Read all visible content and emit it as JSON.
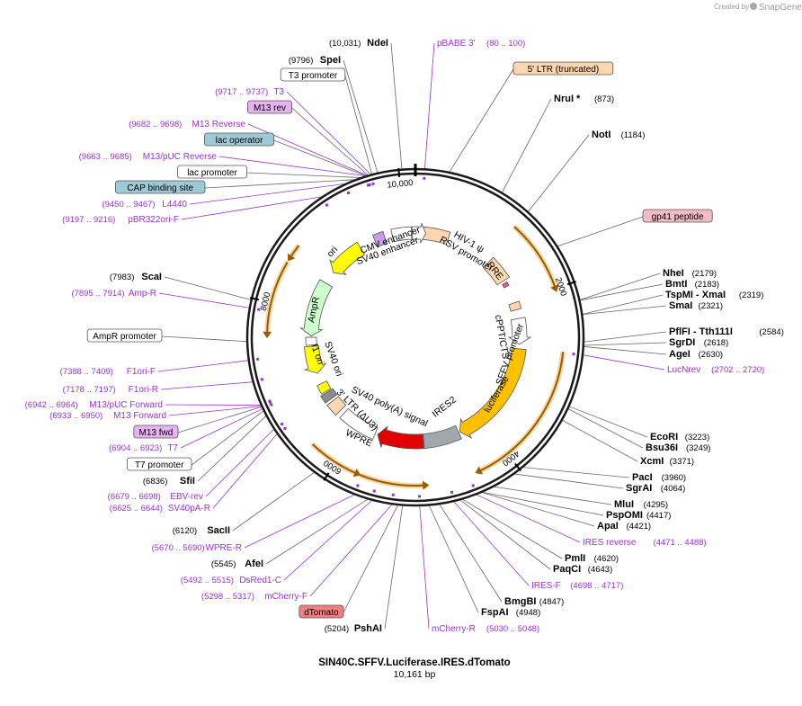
{
  "plasmid": {
    "name": "SIN40C.SFFV.Luciferase.IRES.dTomato",
    "length": "10,161 bp",
    "length_bp": 10161
  },
  "branding": {
    "created_by": "Created by",
    "app": "SnapGene"
  },
  "ticks": [
    {
      "text": "10,000",
      "pos": 10000
    },
    {
      "text": "2000",
      "pos": 2000
    },
    {
      "text": "4000",
      "pos": 4000
    },
    {
      "text": "6000",
      "pos": 6000
    },
    {
      "text": "8000",
      "pos": 8000
    }
  ],
  "labels": [
    {
      "key": "ndei",
      "kind": "site",
      "name": "NdeI",
      "num": "(10,031)",
      "bp": 10031
    },
    {
      "key": "spei",
      "kind": "site",
      "name": "SpeI",
      "num": "(9796)",
      "bp": 9796
    },
    {
      "key": "t3prom",
      "kind": "box",
      "name": "T3 promoter",
      "bp": 9740,
      "fill": "#ffffff"
    },
    {
      "key": "t3",
      "kind": "primer",
      "name": "T3",
      "num": "(9717 .. 9737)",
      "bp": 9727
    },
    {
      "key": "m13rev",
      "kind": "box",
      "name": "M13 rev",
      "bp": 9700,
      "fill": "#e6b3f0"
    },
    {
      "key": "m13reverse",
      "kind": "primer",
      "name": "M13 Reverse",
      "num": "(9682 .. 9698)",
      "bp": 9690
    },
    {
      "key": "lacop",
      "kind": "box",
      "name": "lac operator",
      "bp": 9675,
      "fill": "#9ec9d6"
    },
    {
      "key": "m13puc_rev",
      "kind": "primer",
      "name": "M13/pUC Reverse",
      "num": "(9663 .. 9685)",
      "bp": 9674
    },
    {
      "key": "lacprom",
      "kind": "box",
      "name": "lac promoter",
      "bp": 9620,
      "fill": "#ffffff"
    },
    {
      "key": "cap",
      "kind": "box",
      "name": "CAP binding site",
      "bp": 9560,
      "fill": "#9ec9d6"
    },
    {
      "key": "l4440",
      "kind": "primer",
      "name": "L4440",
      "num": "(9450 .. 9467)",
      "bp": 9458
    },
    {
      "key": "pbr322",
      "kind": "primer",
      "name": "pBR322ori-F",
      "num": "(9197 .. 9216)",
      "bp": 9206
    },
    {
      "key": "scai",
      "kind": "site",
      "name": "ScaI",
      "num": "(7983)",
      "bp": 7983
    },
    {
      "key": "ampr_primer",
      "kind": "primer",
      "name": "Amp-R",
      "num": "(7895 .. 7914)",
      "bp": 7904
    },
    {
      "key": "amprprom",
      "kind": "box",
      "name": "AmpR promoter",
      "bp": 7580,
      "fill": "#ffffff"
    },
    {
      "key": "f1orif",
      "kind": "primer",
      "name": "F1ori-F",
      "num": "(7388 .. 7409)",
      "bp": 7398
    },
    {
      "key": "f1orir",
      "kind": "primer",
      "name": "F1ori-R",
      "num": "(7178 .. 7197)",
      "bp": 7187
    },
    {
      "key": "m13puc_fwd",
      "kind": "primer",
      "name": "M13/pUC Forward",
      "num": "(6942 .. 6964)",
      "bp": 6953
    },
    {
      "key": "m13forward",
      "kind": "primer",
      "name": "M13 Forward",
      "num": "(6933 .. 6950)",
      "bp": 6941
    },
    {
      "key": "m13fwd",
      "kind": "box",
      "name": "M13 fwd",
      "bp": 6935,
      "fill": "#e6b3f0"
    },
    {
      "key": "t7",
      "kind": "primer",
      "name": "T7",
      "num": "(6904 .. 6923)",
      "bp": 6913
    },
    {
      "key": "t7prom",
      "kind": "box",
      "name": "T7 promoter",
      "bp": 6890,
      "fill": "#ffffff"
    },
    {
      "key": "sfii",
      "kind": "site",
      "name": "SfiI",
      "num": "(6836)",
      "bp": 6836
    },
    {
      "key": "ebvrev",
      "kind": "primer",
      "name": "EBV-rev",
      "num": "(6679 .. 6698)",
      "bp": 6688
    },
    {
      "key": "sv40par",
      "kind": "primer",
      "name": "SV40pA-R",
      "num": "(6625 .. 6644)",
      "bp": 6634
    },
    {
      "key": "sacii",
      "kind": "site",
      "name": "SacII",
      "num": "(6120)",
      "bp": 6120
    },
    {
      "key": "wprer",
      "kind": "primer",
      "name": "WPRE-R",
      "num": "(5670 .. 5690)",
      "bp": 5680
    },
    {
      "key": "afei",
      "kind": "site",
      "name": "AfeI",
      "num": "(5545)",
      "bp": 5545
    },
    {
      "key": "dsred",
      "kind": "primer",
      "name": "DsRed1-C",
      "num": "(5492 .. 5515)",
      "bp": 5503
    },
    {
      "key": "mcherryf",
      "kind": "primer",
      "name": "mCherry-F",
      "num": "(5298 .. 5317)",
      "bp": 5307
    },
    {
      "key": "dtomato",
      "kind": "box",
      "name": "dTomato",
      "bp": 5250,
      "fill": "#f08080"
    },
    {
      "key": "pshai",
      "kind": "site",
      "name": "PshAI",
      "num": "(5204)",
      "bp": 5204
    },
    {
      "key": "mcherryr",
      "kind": "primer",
      "name": "mCherry-R",
      "num": "(5030 .. 5048)",
      "bp": 5039
    },
    {
      "key": "fspai",
      "kind": "site",
      "name": "FspAI",
      "num": "(4948)",
      "bp": 4948
    },
    {
      "key": "bmgbi",
      "kind": "site",
      "name": "BmgBI",
      "num": "(4847)",
      "bp": 4847
    },
    {
      "key": "iresf",
      "kind": "primer",
      "name": "IRES-F",
      "num": "(4698 .. 4717)",
      "bp": 4707
    },
    {
      "key": "paqci",
      "kind": "site",
      "name": "PaqCI",
      "num": "(4643)",
      "bp": 4643
    },
    {
      "key": "pmli",
      "kind": "site",
      "name": "PmlI",
      "num": "(4620)",
      "bp": 4620
    },
    {
      "key": "iresrev",
      "kind": "primer",
      "name": "IRES reverse",
      "num": "(4471 .. 4488)",
      "bp": 4480
    },
    {
      "key": "apai",
      "kind": "site",
      "name": "ApaI",
      "num": "(4421)",
      "bp": 4421
    },
    {
      "key": "psptomi",
      "kind": "site",
      "name": "PspOMI",
      "num": "(4417)",
      "bp": 4417
    },
    {
      "key": "mlui",
      "kind": "site",
      "name": "MluI",
      "num": "(4295)",
      "bp": 4295
    },
    {
      "key": "sgrai",
      "kind": "site",
      "name": "SgrAI",
      "num": "(4064)",
      "bp": 4064
    },
    {
      "key": "paci",
      "kind": "site",
      "name": "PacI",
      "num": "(3960)",
      "bp": 3960
    },
    {
      "key": "xcmi",
      "kind": "site",
      "name": "XcmI",
      "num": "(3371)",
      "bp": 3371
    },
    {
      "key": "bsu36i",
      "kind": "site",
      "name": "Bsu36I",
      "num": "(3249)",
      "bp": 3249
    },
    {
      "key": "ecori",
      "kind": "site",
      "name": "EcoRI",
      "num": "(3223)",
      "bp": 3223
    },
    {
      "key": "lucnrev",
      "kind": "primer",
      "name": "LucNrev",
      "num": "(2702 .. 2720)",
      "bp": 2711
    },
    {
      "key": "agei",
      "kind": "site",
      "name": "AgeI",
      "num": "(2630)",
      "bp": 2630
    },
    {
      "key": "sgrdi",
      "kind": "site",
      "name": "SgrDI",
      "num": "(2618)",
      "bp": 2618
    },
    {
      "key": "pflfi",
      "kind": "site",
      "name": "PflFI - Tth111I",
      "num": "(2584)",
      "bp": 2584
    },
    {
      "key": "smai",
      "kind": "site",
      "name": "SmaI",
      "num": "(2321)",
      "bp": 2321
    },
    {
      "key": "tspmi",
      "kind": "site",
      "name": "TspMI - XmaI",
      "num": "(2319)",
      "bp": 2319
    },
    {
      "key": "bmti",
      "kind": "site",
      "name": "BmtI",
      "num": "(2183)",
      "bp": 2183
    },
    {
      "key": "nhei",
      "kind": "site",
      "name": "NheI",
      "num": "(2179)",
      "bp": 2179
    },
    {
      "key": "gp41",
      "kind": "box",
      "name": "gp41 peptide",
      "bp": 1620,
      "fill": "#f2bcc4"
    },
    {
      "key": "noti",
      "kind": "site",
      "name": "NotI",
      "num": "(1184)",
      "bp": 1184
    },
    {
      "key": "nrui",
      "kind": "site",
      "name": "NruI *",
      "num": "(873)",
      "bp": 873
    },
    {
      "key": "ltr5",
      "kind": "box",
      "name": "5' LTR (truncated)",
      "bp": 330,
      "fill": "#fbd7b0"
    },
    {
      "key": "pbabe",
      "kind": "primer",
      "name": "pBABE 3'",
      "num": "(80 .. 100)",
      "bp": 90
    }
  ],
  "features": [
    {
      "key": "ltr5",
      "label": "",
      "start": 80,
      "end": 520,
      "r": 116,
      "w": 14,
      "fill": "#fbd7b0",
      "dir": 0
    },
    {
      "key": "hiv",
      "label": "HIV-1 ψ",
      "start": 700,
      "end": 1150,
      "r": 116,
      "w": 0,
      "fill": "none",
      "dir": 0
    },
    {
      "key": "rre",
      "label": "RRE",
      "start": 1250,
      "end": 1620,
      "r": 116,
      "w": 16,
      "fill": "#fbd7b0",
      "dir": 0
    },
    {
      "key": "gp41",
      "label": "",
      "start": 1660,
      "end": 1720,
      "r": 116,
      "w": 6,
      "fill": "#e06080",
      "dir": 0
    },
    {
      "key": "cppt",
      "label": "cPPT/CTS",
      "start": 2000,
      "end": 2110,
      "r": 116,
      "w": 12,
      "fill": "#fbd7b0",
      "dir": 0
    },
    {
      "key": "sffv",
      "label": "SFFV promoter",
      "start": 2250,
      "end": 2650,
      "r": 116,
      "w": 16,
      "fill": "#ffffff",
      "dir": 1
    },
    {
      "key": "luciferase",
      "label": "luciferase",
      "start": 2720,
      "end": 4370,
      "r": 116,
      "w": 16,
      "fill": "#ffc000",
      "dir": 1
    },
    {
      "key": "ires",
      "label": "IRES2",
      "start": 4390,
      "end": 4950,
      "r": 116,
      "w": 16,
      "fill": "#a0a8ad",
      "dir": 0
    },
    {
      "key": "dtomato",
      "label": "",
      "start": 4960,
      "end": 5680,
      "r": 116,
      "w": 16,
      "fill": "#e00000",
      "dir": 1
    },
    {
      "key": "wpre",
      "label": "WPRE",
      "start": 5720,
      "end": 6300,
      "r": 116,
      "w": 14,
      "fill": "#ffffff",
      "dir": 0
    },
    {
      "key": "ltr3",
      "label": "3' LTR (ΔU3)",
      "start": 6370,
      "end": 6560,
      "r": 116,
      "w": 16,
      "fill": "#fbd7b0",
      "dir": 0
    },
    {
      "key": "sv40pa",
      "label": "SV40 poly(A) signal",
      "start": 6600,
      "end": 6720,
      "r": 116,
      "w": 16,
      "fill": "#8c8c8c",
      "dir": 0
    },
    {
      "key": "sv40ori",
      "label": "SV40 ori",
      "start": 6740,
      "end": 6880,
      "r": 116,
      "w": 12,
      "fill": "#ffff00",
      "dir": 0
    },
    {
      "key": "f1ori",
      "label": "f1 ori",
      "start": 7050,
      "end": 7480,
      "r": 116,
      "w": 16,
      "fill": "#ffff00",
      "dir": -1
    },
    {
      "key": "amprprom",
      "label": "",
      "start": 7500,
      "end": 7620,
      "r": 116,
      "w": 12,
      "fill": "#ffffff",
      "dir": 0
    },
    {
      "key": "ampr",
      "label": "AmpR",
      "start": 7640,
      "end": 8500,
      "r": 116,
      "w": 16,
      "fill": "#ccffcc",
      "dir": -1
    },
    {
      "key": "ori",
      "label": "ori",
      "start": 8700,
      "end": 9270,
      "r": 116,
      "w": 16,
      "fill": "#ffff00",
      "dir": -1
    },
    {
      "key": "lac",
      "label": "",
      "start": 9520,
      "end": 9680,
      "r": 116,
      "w": 14,
      "fill": "#cc99ee",
      "dir": 0
    },
    {
      "key": "cmv",
      "label": "CMV enhancer",
      "start": 9800,
      "end": 10100,
      "r": 116,
      "w": 14,
      "fill": "#ffffff",
      "dir": 0
    },
    {
      "key": "sv40enh",
      "label": "SV40 enhancer",
      "start": 10110,
      "end": 161,
      "r": 116,
      "w": 14,
      "fill": "#ffffff",
      "dir": 1
    },
    {
      "key": "rsv",
      "label": "RSV promoter",
      "start": 270,
      "end": 460,
      "r": 116,
      "w": 0,
      "fill": "none",
      "dir": 0
    }
  ],
  "inner_labels": [
    {
      "key": "cmv_t",
      "text": "CMV enhancer"
    },
    {
      "key": "sv40enh_t",
      "text": "SV40 enhancer"
    },
    {
      "key": "hiv_t",
      "text": "HIV-1 ψ"
    },
    {
      "key": "rsv_t",
      "text": "RSV promoter"
    },
    {
      "key": "rre_t",
      "text": "RRE"
    },
    {
      "key": "cppt_t",
      "text": "cPPT/CTS"
    },
    {
      "key": "sffv_t",
      "text": "SFFV promoter"
    },
    {
      "key": "luc_t",
      "text": "luciferase"
    },
    {
      "key": "ires_t",
      "text": "IRES2"
    },
    {
      "key": "wpre_t",
      "text": "WPRE"
    },
    {
      "key": "sv40pa_t",
      "text": "SV40 poly(A) signal"
    },
    {
      "key": "ltr3_t",
      "text": "3' LTR (ΔU3)"
    },
    {
      "key": "sv40ori_t",
      "text": "SV40 ori"
    },
    {
      "key": "f1ori_t",
      "text": "f1 ori"
    },
    {
      "key": "ampr_t",
      "text": "AmpR"
    },
    {
      "key": "ori_t",
      "text": "ori"
    }
  ],
  "colors": {
    "primer": "#9933cc",
    "orf_arc": "#f3d7a0",
    "orf_arc_line": "#9a5a00",
    "backbone": "#1a1a1a"
  }
}
